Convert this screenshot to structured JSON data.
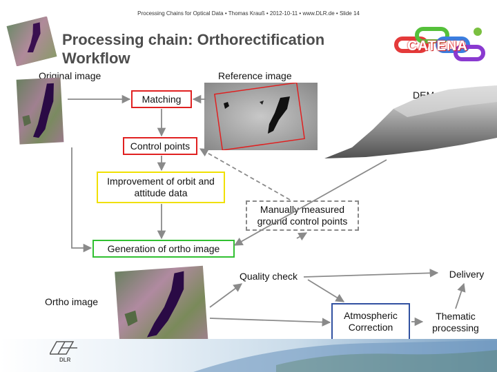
{
  "header": {
    "text": "Processing Chains for Optical Data  •  Thomas Krauß  •  2012-10-11  •  www.DLR.de  •  Slide 14"
  },
  "title": "Processing chain: Orthorectification Workflow",
  "logo": {
    "text": "CATENA",
    "colors": {
      "link_red": "#e43a3a",
      "link_green": "#55c03a",
      "link_blue": "#3a7ee0",
      "link_purple": "#8a3ad0"
    }
  },
  "labels": {
    "original_image": "Original image",
    "reference_image": "Reference image",
    "dem": "DEM",
    "ortho_image": "Ortho image"
  },
  "steps": {
    "matching": "Matching",
    "control_points": "Control points",
    "improvement": "Improvement of orbit and attitude data",
    "manual_gcp": "Manually measured ground control points",
    "generation": "Generation of ortho image",
    "quality_check": "Quality check",
    "delivery": "Delivery",
    "atmospheric": "Atmospheric Correction",
    "thematic": "Thematic processing"
  },
  "footer": {
    "brand": "DLR"
  },
  "colors": {
    "red_border": "#e02020",
    "yellow_border": "#f0e000",
    "green_border": "#30c030",
    "blue_border": "#3050a0",
    "dashed_border": "#888888",
    "arrow": "#8a8a8a"
  },
  "icons": [
    "satellite-image-icon",
    "reference-image-icon",
    "dem-image-icon",
    "ortho-image-icon",
    "dlr-logo-icon",
    "catena-logo-icon"
  ]
}
